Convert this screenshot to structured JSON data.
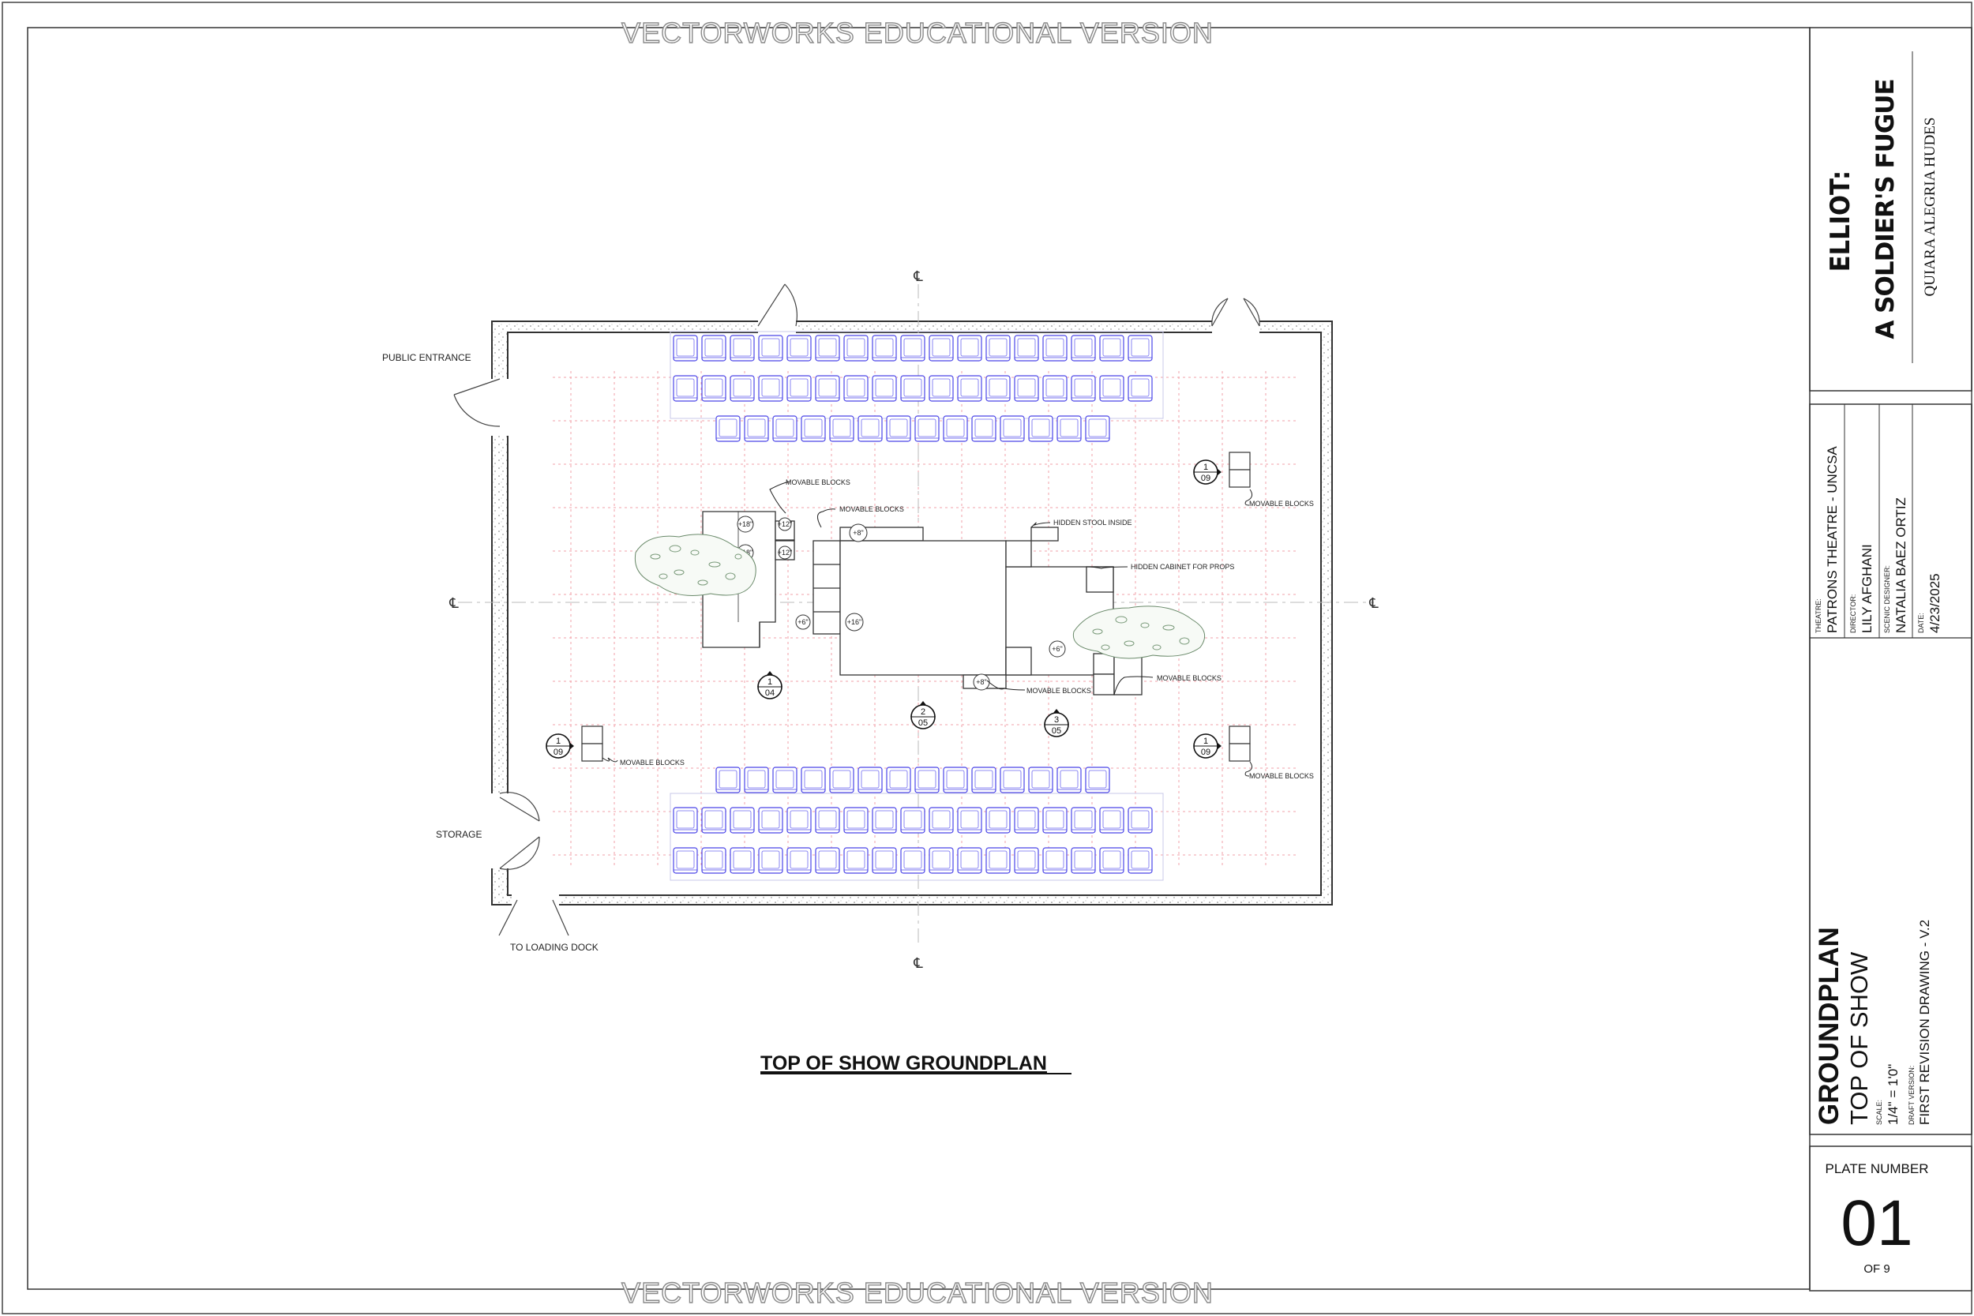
{
  "watermark": "VECTORWORKS EDUCATIONAL VERSION",
  "drawing_title": "TOP OF SHOW GROUNDPLAN",
  "centerline_symbol": "℄",
  "room_labels": {
    "public_entrance": "PUBLIC ENTRANCE",
    "storage": "STORAGE",
    "loading_dock": "TO LOADING DOCK"
  },
  "notes": {
    "movable_blocks": "MOVABLE BLOCKS",
    "hidden_stool": "HIDDEN STOOL INSIDE",
    "hidden_cabinet": "HIDDEN CABINET FOR PROPS"
  },
  "heights": {
    "h18": "+18\"",
    "h12": "+12\"",
    "h8": "+8\"",
    "h6": "+6\"",
    "h16": "+16\""
  },
  "section_markers": [
    {
      "num": "1",
      "sheet": "04"
    },
    {
      "num": "2",
      "sheet": "05"
    },
    {
      "num": "3",
      "sheet": "05"
    },
    {
      "num": "1",
      "sheet": "09"
    }
  ],
  "title_block": {
    "show_title_1": "ELLIOT:",
    "show_title_2": "A SOLDIER'S FUGUE",
    "playwright": "QUIARA ALEGRIA HUDES",
    "theatre_label": "THEATRE:",
    "theatre": "PATRONS THEATRE - UNCSA",
    "director_label": "DIRECTOR:",
    "director": "LILY AFGHANI",
    "designer_label": "SCENIC DESIGNER:",
    "designer": "NATALIA BAEZ ORTIZ",
    "date_label": "DATE:",
    "date": "4/23/2025",
    "sheet_title": "GROUNDPLAN",
    "sheet_subtitle": "TOP OF SHOW",
    "scale_label": "SCALE:",
    "scale": "1/4\" = 1'0\"",
    "version_label": "DRAFT VERSION:",
    "version": "FIRST REVISION DRAWING - V.2",
    "plate_label": "PLATE NUMBER",
    "plate_number": "01",
    "plate_of": "OF 9"
  }
}
